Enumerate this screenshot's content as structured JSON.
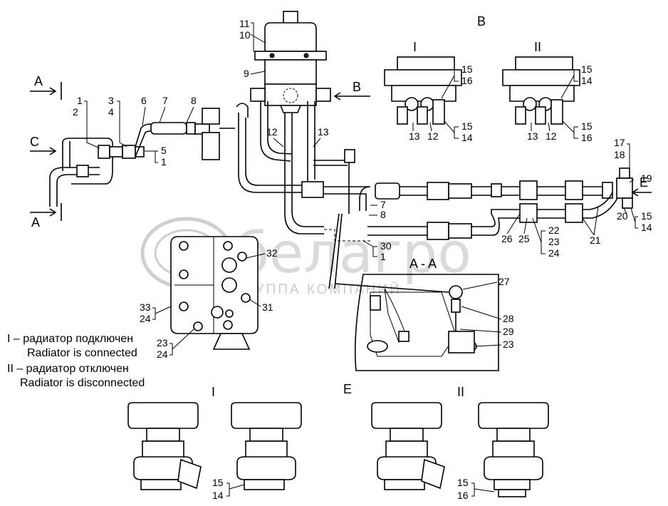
{
  "view_labels": {
    "a_top": "A",
    "a_bottom": "A",
    "b_arrow": "B",
    "c_arrow": "C",
    "e_arrow": "E",
    "view_b": "B",
    "section_aa": "A - A",
    "view_e": "E",
    "roman_1_top": "I",
    "roman_2_top": "II",
    "roman_1_bottom": "I",
    "roman_2_bottom": "II"
  },
  "legend": {
    "line1": "I – радиатор подключен",
    "line2": "Radiator is connected",
    "line3": "II – радиатор отключен",
    "line4": "Radiator is disconnected"
  },
  "watermark": {
    "logo": "белагро",
    "subtitle": "ГРУППА КОМПАНИЙ"
  },
  "callouts": {
    "n11": "11",
    "n10": "10",
    "n9": "9",
    "n1": "1",
    "n2": "2",
    "n3": "3",
    "n4": "4",
    "n6": "6",
    "n7": "7",
    "n8": "8",
    "n5": "5",
    "n1b": "1",
    "n12": "12",
    "n13": "13",
    "n7b": "7",
    "n8b": "8",
    "n30": "30",
    "n1c": "1",
    "vb1_15": "15",
    "vb1_16": "16",
    "vb1_13": "13",
    "vb1_12": "12",
    "vb1_15b": "15",
    "vb1_14": "14",
    "vb2_15": "15",
    "vb2_14": "14",
    "vb2_13": "13",
    "vb2_12": "12",
    "vb2_15b": "15",
    "vb2_16": "16",
    "n17": "17",
    "n18": "18",
    "n19": "19",
    "n20": "20",
    "n15r": "15",
    "n14r": "14",
    "n21": "21",
    "n22": "22",
    "n23": "23",
    "n24": "24",
    "n25": "25",
    "n26": "26",
    "n32": "32",
    "n31": "31",
    "n33": "33",
    "n24b": "24",
    "n23b": "23",
    "n24c": "24",
    "n27": "27",
    "n28": "28",
    "n29": "29",
    "n23c": "23",
    "e1_15": "15",
    "e1_14": "14",
    "e2_15": "15",
    "e2_16": "16"
  }
}
